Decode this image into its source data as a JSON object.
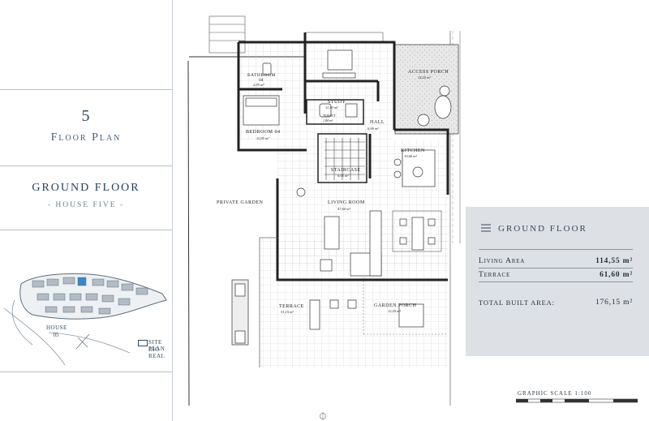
{
  "left_panel": {
    "number": "5",
    "floor_plan": "Floor Plan",
    "title": "Ground Floor",
    "subtitle": "- House Five -",
    "site_house_label": "House",
    "site_house_number": "05",
    "site_plan_label": "Site Plan",
    "site_plan_location": "Río Real"
  },
  "rooms": {
    "bathroom": "Bathroom",
    "bathroom_number": "04",
    "bathroom_area": "2,95 m²",
    "study": "Study",
    "study_area": "11,50 m²",
    "access_porch": "Access Porch",
    "access_porch_area": "14,25 m²",
    "toilet": "Toilet",
    "toilet_area": "1,80 m²",
    "hall": "Hall",
    "hall_area": "6,90 m²",
    "bedroom": "Bedroom 04",
    "bedroom_area": "11,95 m²",
    "kitchen": "Kitchen",
    "kitchen_area": "10,60 m²",
    "staircase": "Staircase",
    "staircase_area": "6,05 m²",
    "private_garden": "Private Garden",
    "living_room": "Living Room",
    "living_room_area": "47,60 m²",
    "terrace": "Terrace",
    "terrace_area": "31,15 m²",
    "garden_porch": "Garden Porch",
    "garden_porch_area": "12,55 m²"
  },
  "summary": {
    "title": "Ground Floor",
    "rows": [
      {
        "label": "Living Area",
        "value": "114,55 m²"
      },
      {
        "label": "Terrace",
        "value": "61,60 m²"
      }
    ],
    "total_label": "Total Built Area:",
    "total_value": "176,15 m²"
  },
  "scale": {
    "label": "Graphic Scale 1:100"
  }
}
